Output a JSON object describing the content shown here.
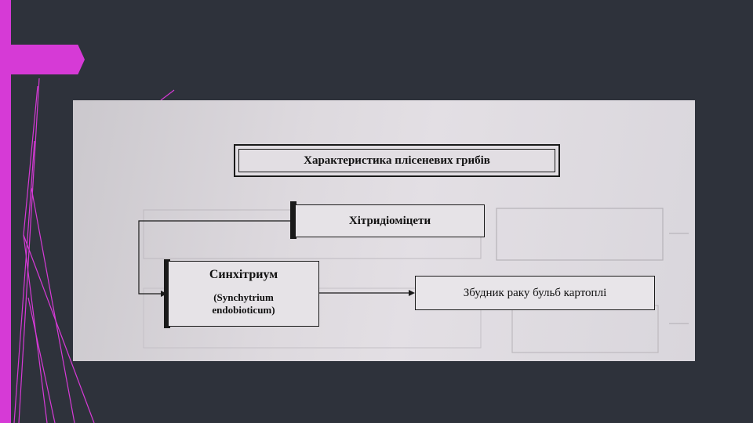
{
  "slide": {
    "colors": {
      "background": "#2e323b",
      "accent": "#d63ad6"
    }
  },
  "diagram": {
    "title": "Характеристика плісеневих грибів",
    "chytrid_box": "Хітридіоміцети",
    "synchytrium": {
      "name": "Синхітриум",
      "latin_line1": "(Synchytrium",
      "latin_line2": "endobioticum)"
    },
    "pathogen_box": "Збудник раку бульб картоплі"
  }
}
